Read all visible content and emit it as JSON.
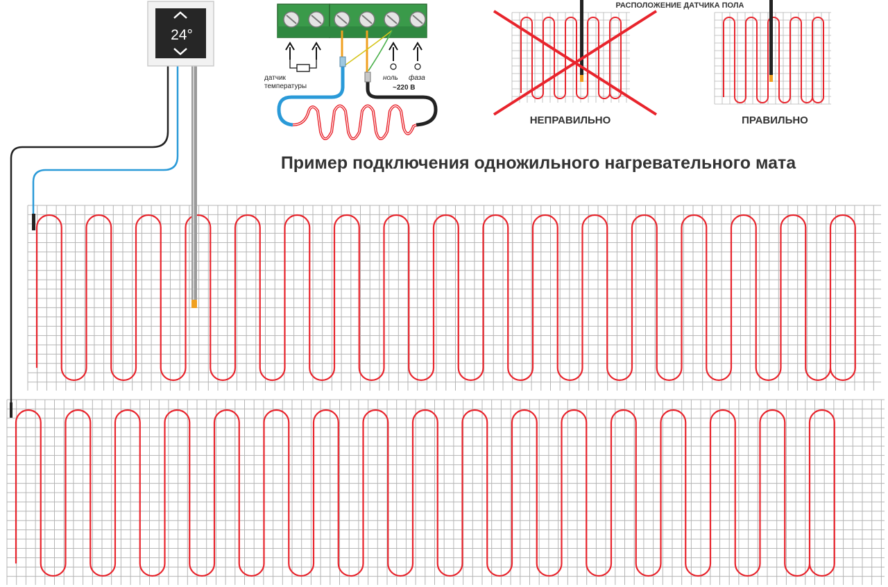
{
  "thermostat": {
    "temperature": "24°"
  },
  "terminal": {
    "sensor_label_line1": "датчик",
    "sensor_label_line2": "температуры",
    "neutral_label": "ноль",
    "phase_label": "фаза",
    "voltage_label": "~220 В"
  },
  "sensor_position": {
    "title": "РАСПОЛОЖЕНИЕ ДАТЧИКА ПОЛА",
    "wrong_label": "НЕПРАВИЛЬНО",
    "right_label": "ПРАВИЛЬНО"
  },
  "main_title": "Пример подключения одножильного нагревательного мата",
  "colors": {
    "heating_cable": "#e8242c",
    "grid": "#b4b4b4",
    "terminal_green": "#3a9a4a",
    "sensor_wire": "#2a9ad8",
    "power_wire": "#222222",
    "sensor_tip": "#f0a020",
    "cross": "#e8242c"
  }
}
